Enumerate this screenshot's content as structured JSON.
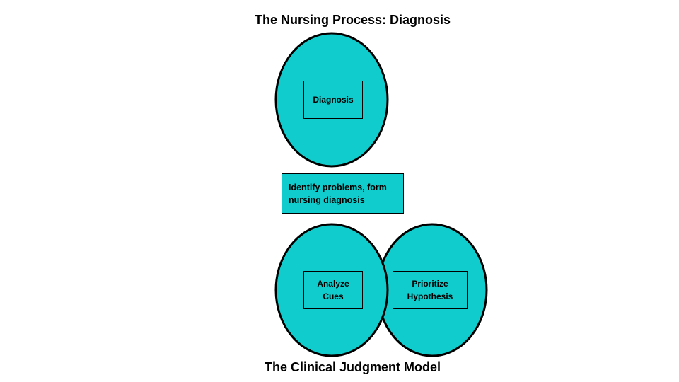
{
  "titles": {
    "top": "The Nursing Process: Diagnosis",
    "bottom": "The Clinical Judgment Model"
  },
  "colors": {
    "fill": "#11cccc",
    "stroke": "#000000"
  },
  "nursing_process": {
    "step": "Diagnosis",
    "description_line1": "Identify problems, form",
    "description_line2": "nursing diagnosis"
  },
  "clinical_judgment": {
    "steps": [
      {
        "line1": "Analyze",
        "line2": "Cues"
      },
      {
        "line1": "Prioritize",
        "line2": "Hypothesis"
      }
    ]
  }
}
